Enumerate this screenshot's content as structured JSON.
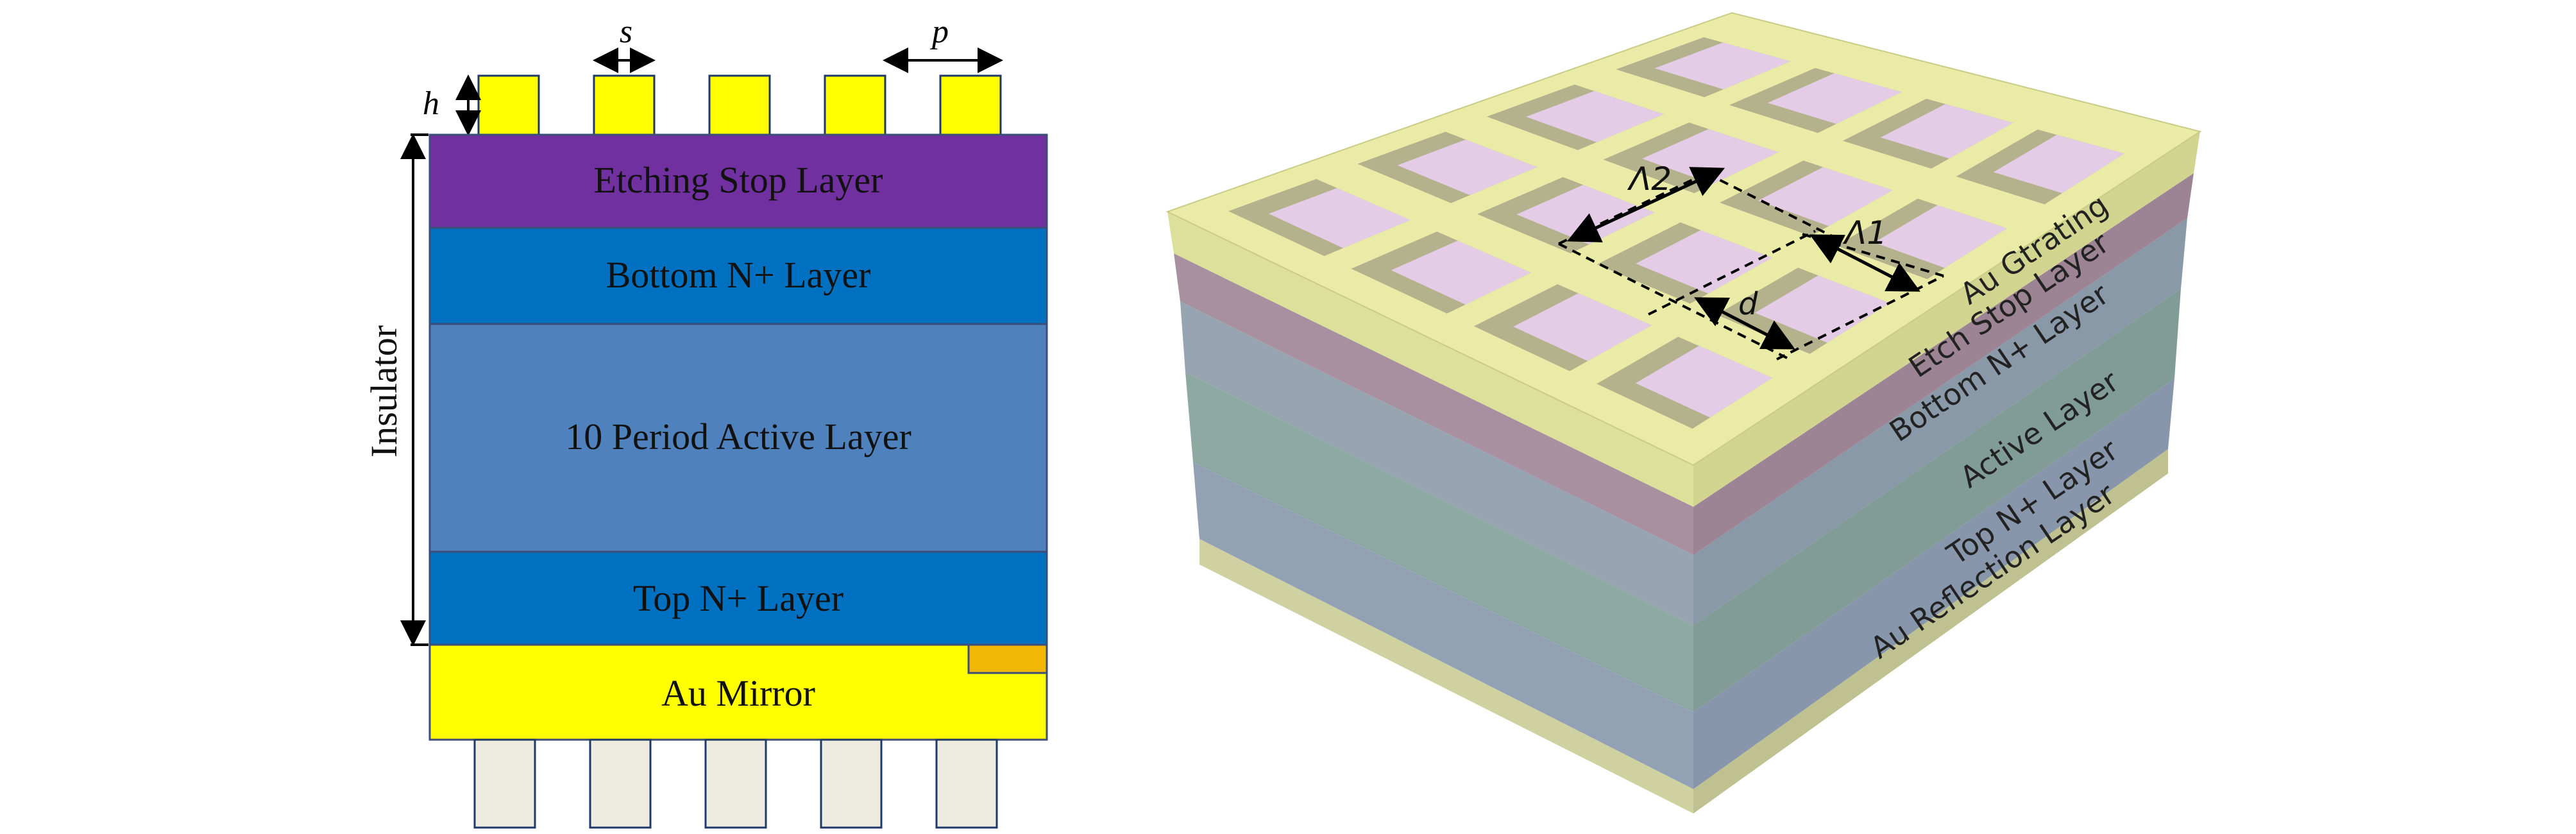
{
  "cross_section": {
    "dims": {
      "s": "s",
      "p": "p",
      "h": "h"
    },
    "side_label": "Insulator",
    "layers": [
      {
        "label": "Etching Stop Layer",
        "color": "#7030A0"
      },
      {
        "label": "Bottom N+ Layer",
        "color": "#0070C0"
      },
      {
        "label": "10 Period Active Layer",
        "color": "#4F81BD"
      },
      {
        "label": "Top N+ Layer",
        "color": "#0070C0"
      },
      {
        "label": "Au Mirror",
        "color": "#FFFF00"
      }
    ],
    "grating_color": "#FFFF00",
    "contact_color": "#F2B705",
    "substrate_post_color": "#EEECE1"
  },
  "iso_view": {
    "grating_labels": {
      "lambda2": "Λ2",
      "lambda1": "Λ1",
      "d": "d"
    },
    "layer_labels": [
      "Au Gtrating",
      "Etch Stop Layer",
      "Bottom N+ Layer",
      "Active Layer",
      "Top N+ Layer",
      "Au Reflection Layer"
    ],
    "colors": {
      "au": "#E9EBA6",
      "au_edge": "#C9CC86",
      "etch": "#A890A0",
      "bottom_n": "#97A5B3",
      "active": "#8EA8A2",
      "top_n": "#93A1B4",
      "reflection": "#CFD1A0",
      "window": "#E4CCE6",
      "window_rim": "#B3B28C"
    }
  }
}
